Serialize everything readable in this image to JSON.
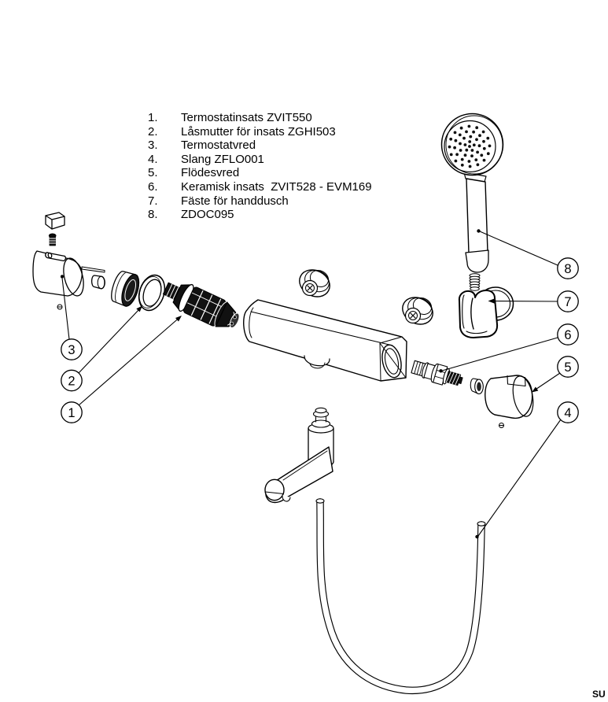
{
  "parts_list": {
    "items": [
      {
        "num": "1.",
        "label": "Termostatinsats ZVIT550"
      },
      {
        "num": "2.",
        "label": "Låsmutter för insats ZGHI503"
      },
      {
        "num": "3.",
        "label": "Termostatvred"
      },
      {
        "num": "4.",
        "label": "Slang ZFLO001"
      },
      {
        "num": "5.",
        "label": "Flödesvred"
      },
      {
        "num": "6.",
        "label": "Keramisk insats  ZVIT528 - EVM169"
      },
      {
        "num": "7.",
        "label": "Fäste för handdusch"
      },
      {
        "num": "8.",
        "label": "ZDOC095"
      }
    ]
  },
  "callouts": [
    {
      "label": "1"
    },
    {
      "label": "2"
    },
    {
      "label": "3"
    },
    {
      "label": "4"
    },
    {
      "label": "5"
    },
    {
      "label": "6"
    },
    {
      "label": "7"
    },
    {
      "label": "8"
    }
  ],
  "watermark": "SU",
  "colors": {
    "line": "#000000",
    "background": "#ffffff",
    "fill_dark": "#111111"
  }
}
